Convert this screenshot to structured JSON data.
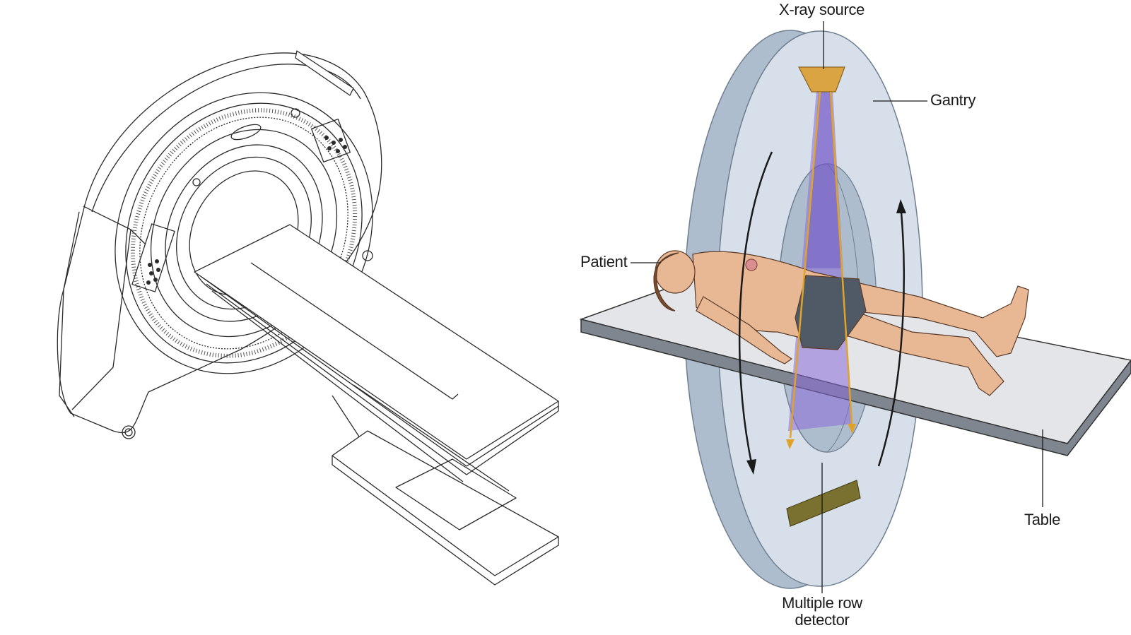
{
  "labels": {
    "xray_source": "X-ray source",
    "gantry": "Gantry",
    "patient": "Patient",
    "table": "Table",
    "detector_line1": "Multiple row",
    "detector_line2": "detector"
  },
  "colors": {
    "line_art": "#2a2a2a",
    "gantry_fill": "#b9c7d6",
    "gantry_face": "#dde5ee",
    "table_fill": "#e3e5e8",
    "xray_source": "#d9a441",
    "beam": "#8a6bd8",
    "beam_rays": "#e0a32a",
    "detector": "#7a7030",
    "skin": "#e8b894",
    "shorts": "#4f5a66",
    "hair": "#7a4b2a"
  }
}
